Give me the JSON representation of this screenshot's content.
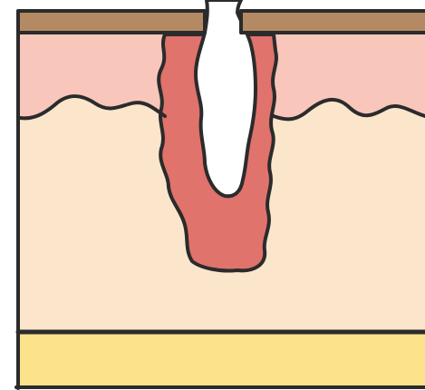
{
  "diagram": {
    "kind": "cross-section illustration",
    "text": [],
    "colors": {
      "background": "#ffffff",
      "outline": "#2b2b2b",
      "surface_strip": "#b48a64",
      "upper_layer": "#f8c6bb",
      "middle_layer": "#fbe6cc",
      "bottom_layer": "#fde28c",
      "cavity_wall": "#e0736c",
      "opening": "#ffffff"
    },
    "layers": [
      {
        "id": "surface-strip"
      },
      {
        "id": "upper-layer"
      },
      {
        "id": "middle-layer"
      },
      {
        "id": "bottom-layer"
      }
    ],
    "features": [
      {
        "id": "cavity-wall"
      },
      {
        "id": "opening"
      }
    ]
  }
}
